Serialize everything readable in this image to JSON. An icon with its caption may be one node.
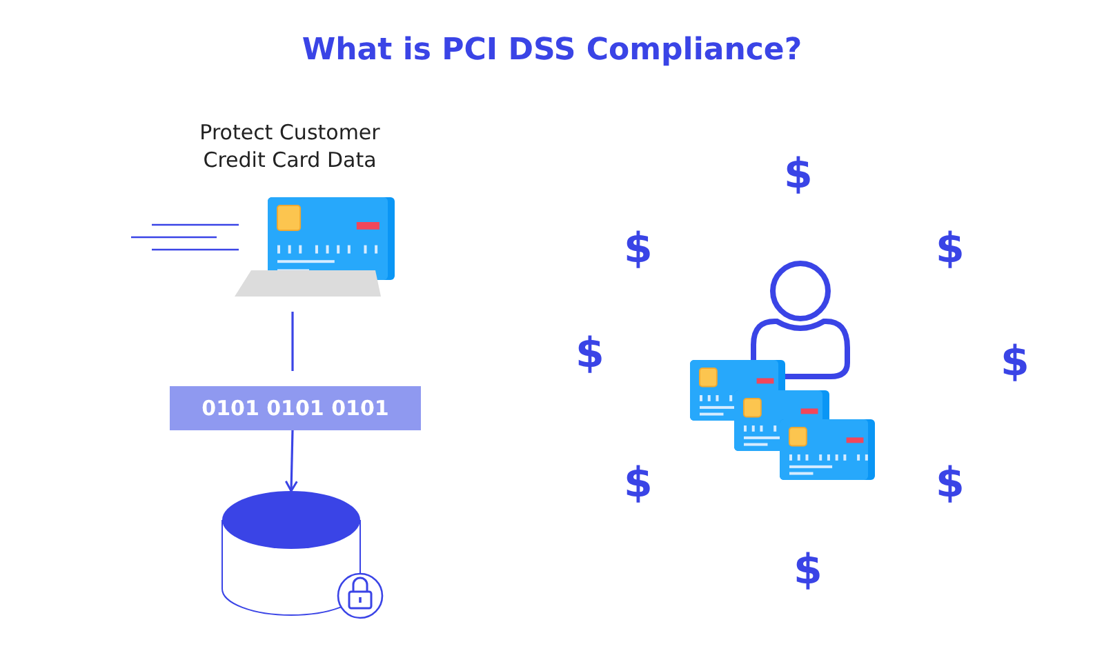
{
  "diagram": {
    "title": "What is PCI DSS Compliance?",
    "nodes": [
      {
        "text": [
          "Protect Customer Credit Card Data"
        ]
      },
      {
        "text": [
          "0101 0101 0101"
        ]
      },
      {
        "text": [],
        "shape": "cylinder"
      }
    ],
    "edges": [
      {
        "from": 0,
        "to": 1,
        "arrow": "none"
      },
      {
        "from": 1,
        "to": 2,
        "arrow": "to"
      }
    ],
    "labels": [
      "$",
      "$",
      "$",
      "$",
      "$",
      "$",
      "$",
      "$"
    ]
  }
}
